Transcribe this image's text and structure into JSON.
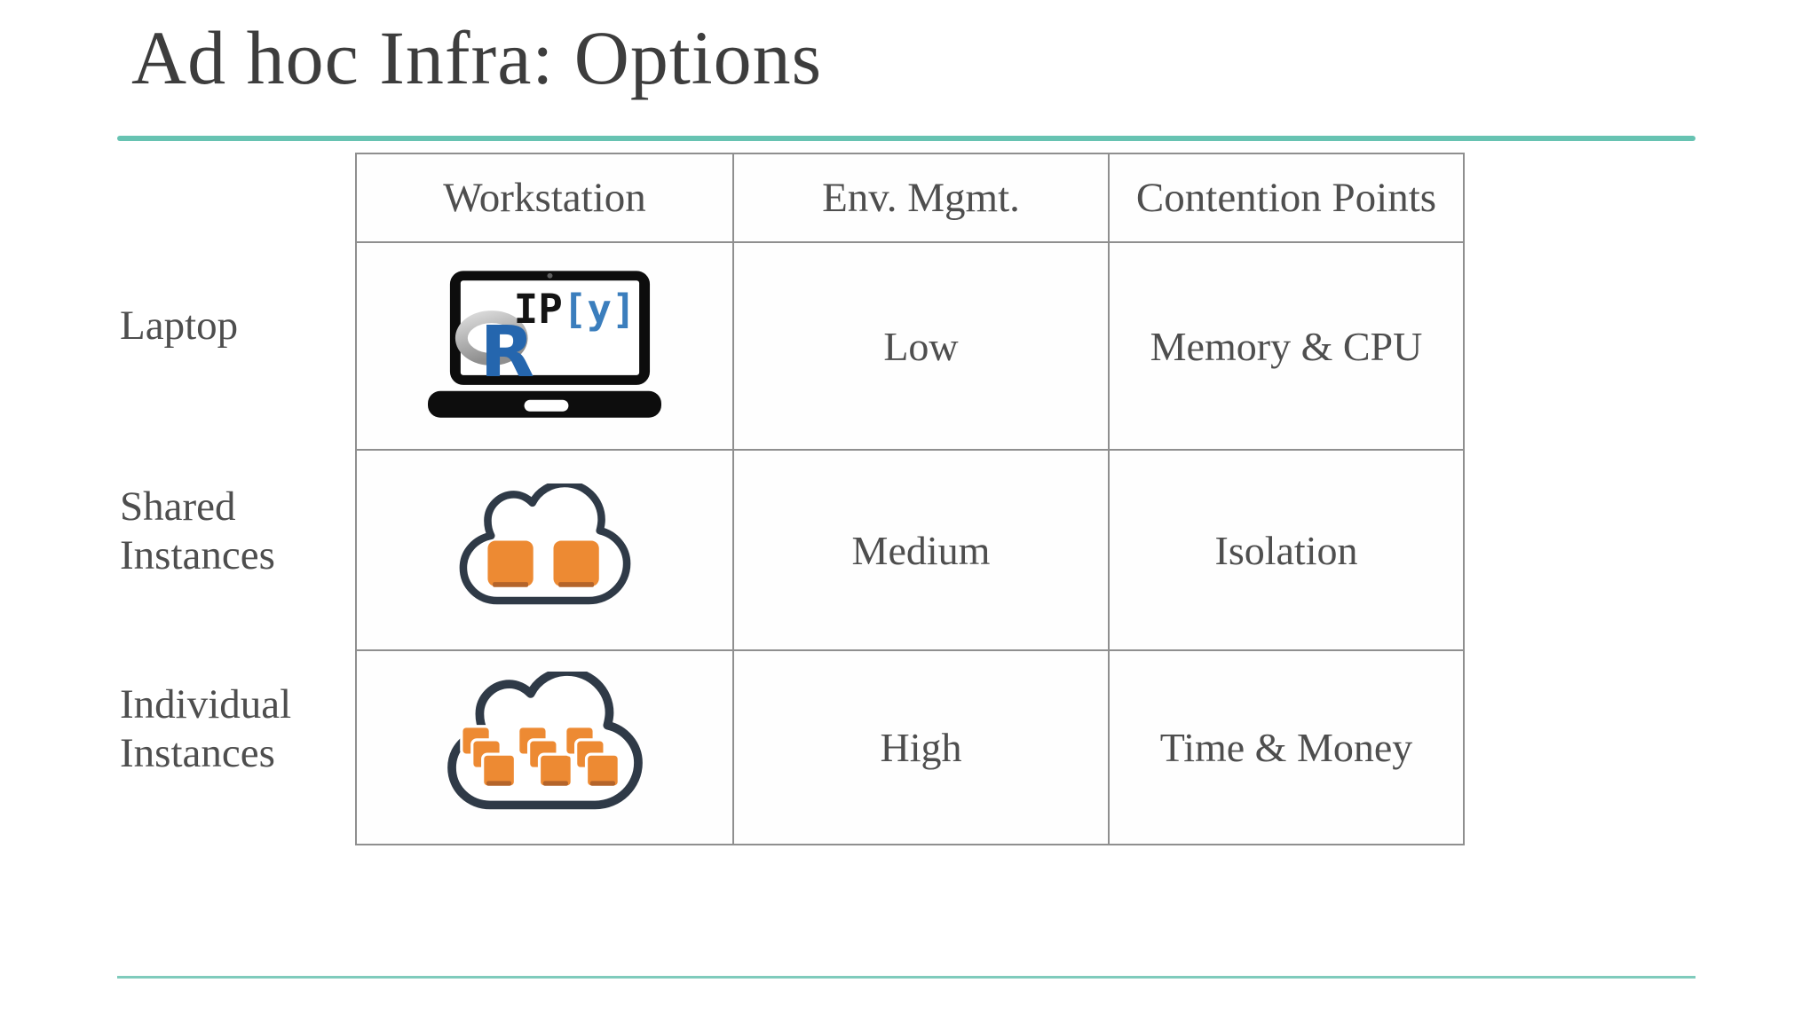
{
  "slide": {
    "title": "Ad hoc Infra: Options",
    "row_labels": [
      "Laptop",
      "Shared Instances",
      "Individual Instances"
    ],
    "table": {
      "headers": [
        "Workstation",
        "Env. Mgmt.",
        "Contention Points"
      ],
      "rows": [
        {
          "label": "Laptop",
          "workstation_icon": "laptop-with-ipython-and-r-logos",
          "env_mgmt": "Low",
          "contention_points": "Memory & CPU"
        },
        {
          "label": "Shared Instances",
          "workstation_icon": "cloud-with-two-instances",
          "env_mgmt": "Medium",
          "contention_points": "Isolation"
        },
        {
          "label": "Individual Instances",
          "workstation_icon": "cloud-with-many-instances",
          "env_mgmt": "High",
          "contention_points": "Time & Money"
        }
      ]
    },
    "logos": {
      "ipython_ip": "IP",
      "ipython_bracket_y": "[y]",
      "r_letter": "R"
    },
    "colors": {
      "title_text": "#3d3d3d",
      "body_text": "#4e4e4e",
      "table_border": "#8f8f8f",
      "accent_rule_top": "#67c3b2",
      "accent_rule_bottom": "#7fcbbc",
      "cloud_outline": "#2f3a47",
      "instance_orange": "#ed8a33",
      "instance_orange_shadow": "#b4642a",
      "ipython_blue": "#3b7ebd",
      "r_blue": "#2566ae",
      "laptop_black": "#0d0d0d"
    }
  }
}
